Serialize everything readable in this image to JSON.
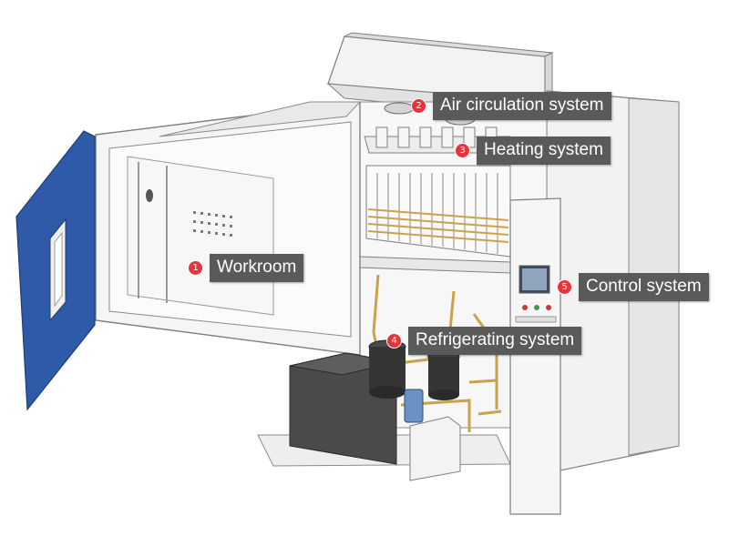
{
  "colors": {
    "door_blue": "#2f5aa8",
    "badge_red": "#e8323c",
    "label_bg": "#5a5a5a",
    "copper": "#c9a24a",
    "casing": "#f4f4f4",
    "outline": "#8a8a8a",
    "compressor": "#3a3a3a"
  },
  "callouts": [
    {
      "number": "1",
      "label": "Workroom"
    },
    {
      "number": "2",
      "label": "Air circulation system"
    },
    {
      "number": "3",
      "label": "Heating system"
    },
    {
      "number": "4",
      "label": "Refrigerating system"
    },
    {
      "number": "5",
      "label": "Control system"
    }
  ]
}
